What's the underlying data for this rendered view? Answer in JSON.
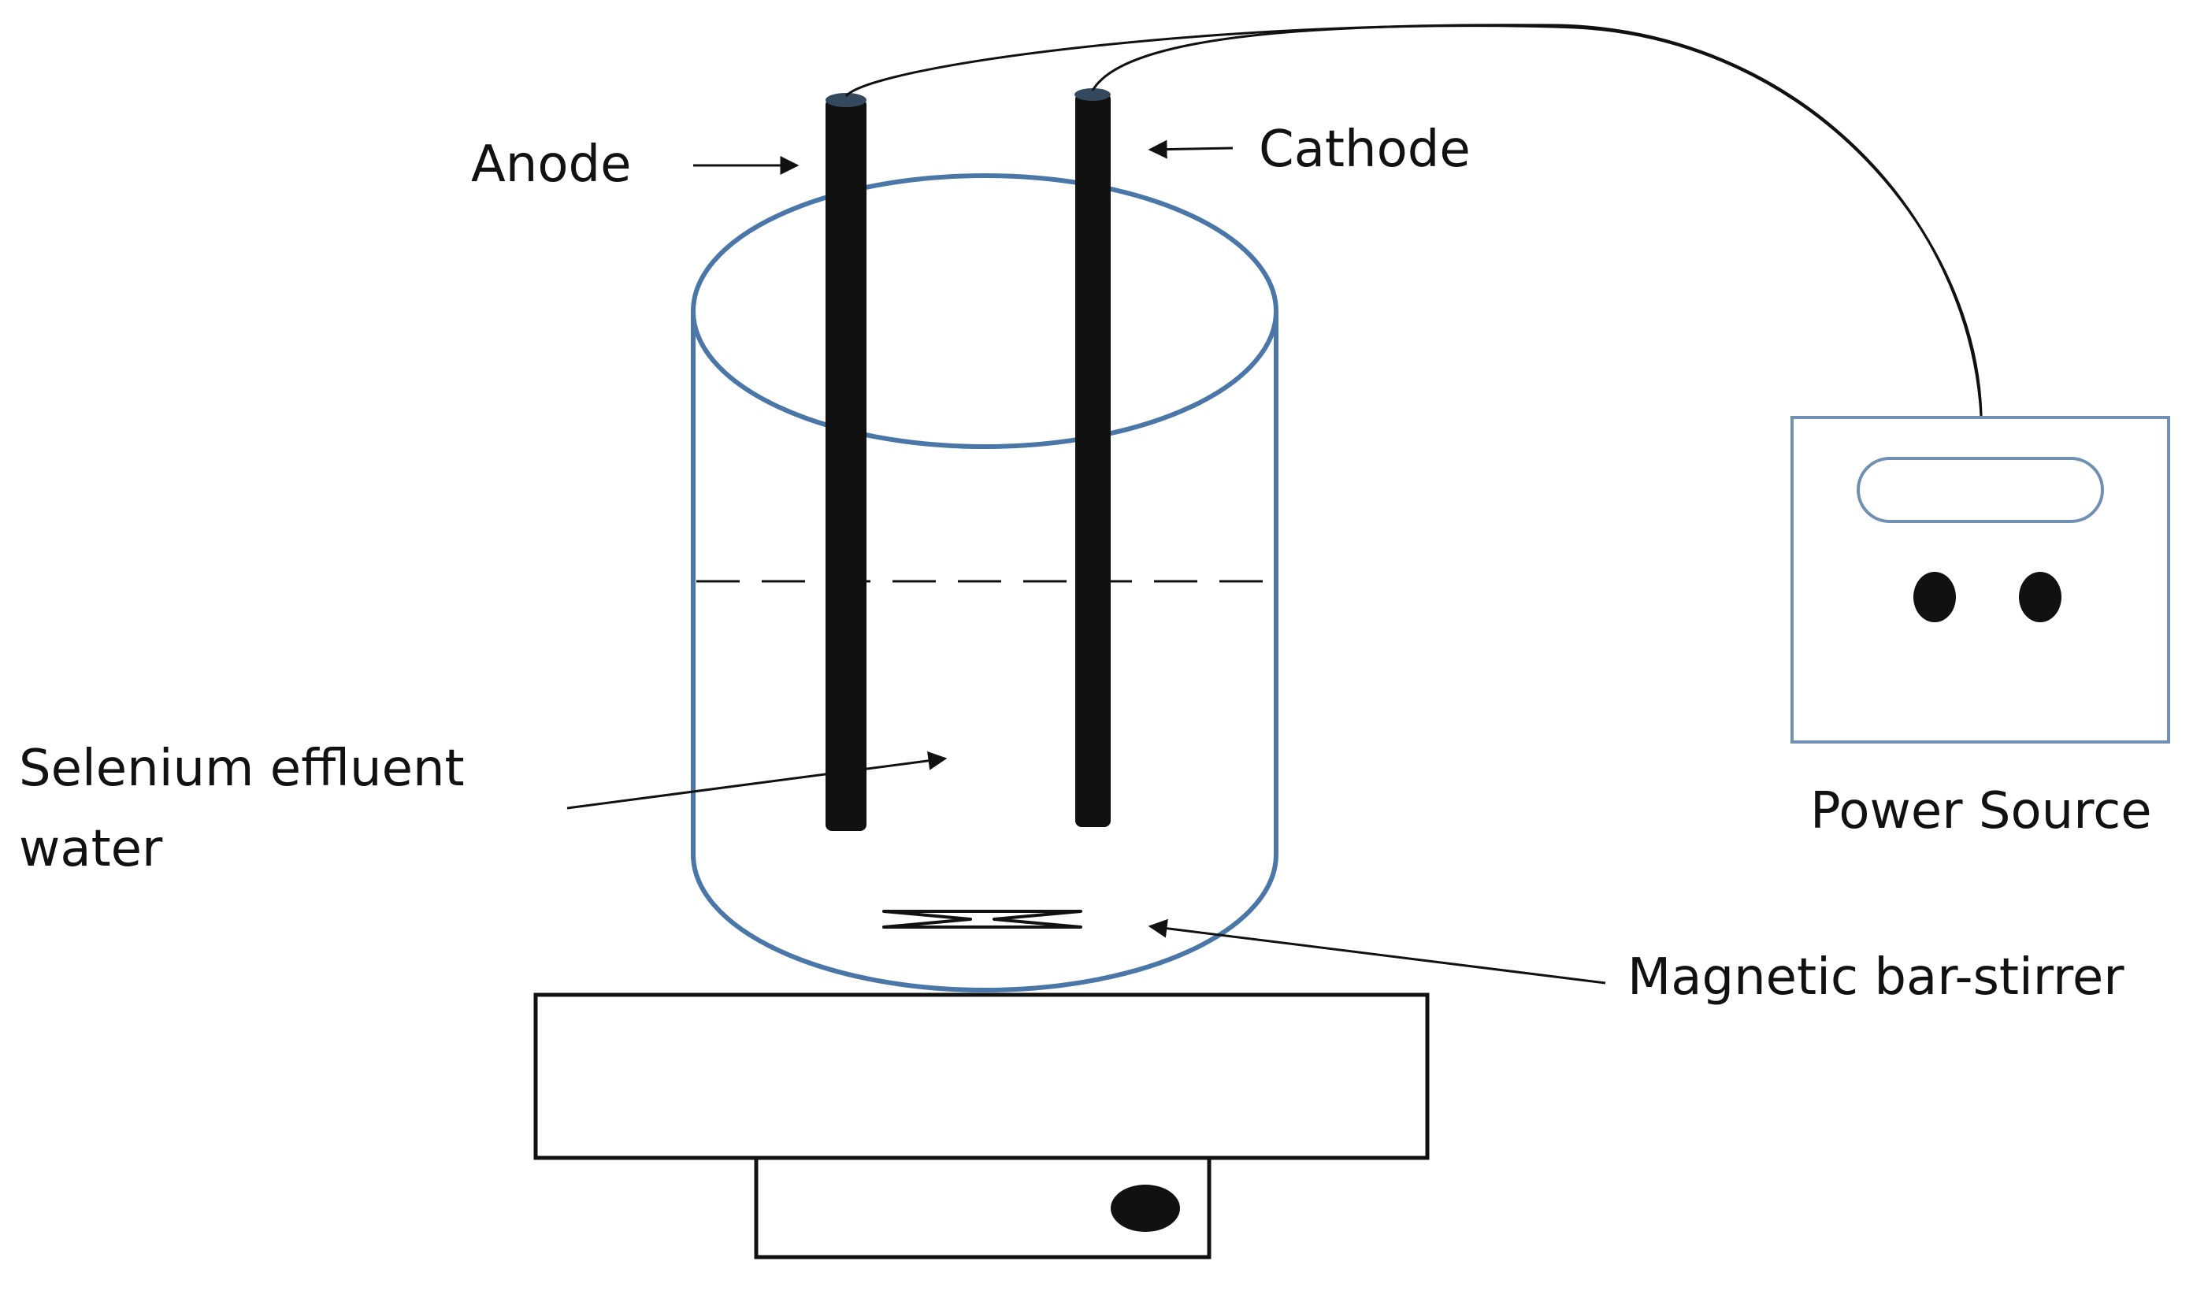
{
  "diagram": {
    "labels": {
      "anode": "Anode",
      "cathode": "Cathode",
      "effluent_line1": "Selenium effluent",
      "effluent_line2": "water",
      "stirrer": "Magnetic bar-stirrer",
      "power": "Power Source"
    },
    "colors": {
      "beaker_outline": "#4a77a8",
      "power_outline": "#6f8fb3",
      "electrode": "#111111",
      "line": "#111111",
      "background": "#ffffff"
    }
  }
}
